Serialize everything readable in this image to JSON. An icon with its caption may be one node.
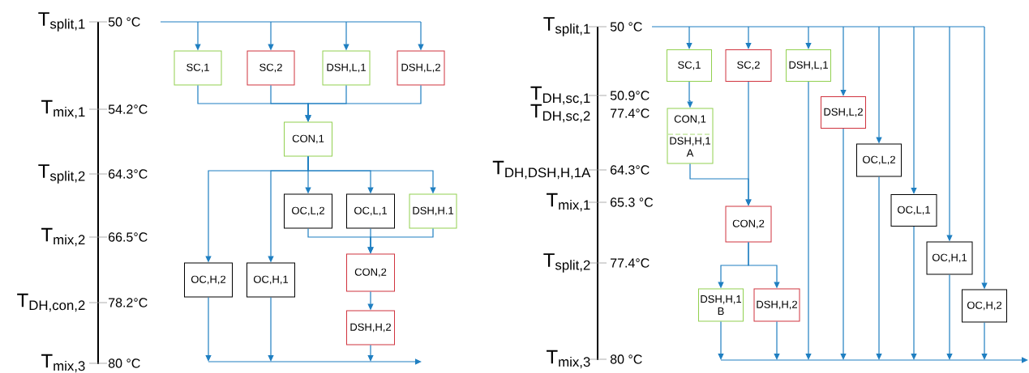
{
  "diagram": {
    "nodes": [
      {
        "text": [
          "SC,1"
        ]
      },
      {
        "text": [
          "SC,2"
        ]
      },
      {
        "text": [
          "DSH,L,1"
        ]
      },
      {
        "text": [
          "DSH,L,2"
        ]
      },
      {
        "text": [
          "CON,1"
        ]
      },
      {
        "text": [
          "OC,L,2"
        ]
      },
      {
        "text": [
          "OC,L,1"
        ]
      },
      {
        "text": [
          "DSH,H.1"
        ]
      },
      {
        "text": [
          "OC,H,2"
        ]
      },
      {
        "text": [
          "OC,H,1"
        ]
      },
      {
        "text": [
          "CON,2"
        ]
      },
      {
        "text": [
          "DSH,H,2"
        ]
      },
      {
        "text": [
          "SC,1"
        ]
      },
      {
        "text": [
          "SC,2"
        ]
      },
      {
        "text": [
          "DSH,L,1"
        ]
      },
      {
        "text": [
          "DSH,L,2"
        ]
      },
      {
        "text": [
          "CON,1",
          "DSH,H,1 A"
        ]
      },
      {
        "text": [
          "OC,L,2"
        ]
      },
      {
        "text": [
          "CON,2"
        ]
      },
      {
        "text": [
          "OC,L,1"
        ]
      },
      {
        "text": [
          "OC,H,1"
        ]
      },
      {
        "text": [
          "DSH,H,1 B"
        ]
      },
      {
        "text": [
          "DSH,H,2"
        ]
      },
      {
        "text": [
          "OC,H,2"
        ]
      }
    ],
    "edges": [
      {
        "from": null,
        "to": 0,
        "arrow": "to"
      },
      {
        "from": null,
        "to": 1,
        "arrow": "to"
      },
      {
        "from": null,
        "to": 2,
        "arrow": "to"
      },
      {
        "from": null,
        "to": 3,
        "arrow": "to"
      },
      {
        "from": 0,
        "to": 4,
        "arrow": "to"
      },
      {
        "from": 1,
        "to": 4,
        "arrow": "to"
      },
      {
        "from": 2,
        "to": 4,
        "arrow": "to"
      },
      {
        "from": 3,
        "to": 4,
        "arrow": "to"
      },
      {
        "from": 4,
        "to": 5,
        "arrow": "to"
      },
      {
        "from": 4,
        "to": 6,
        "arrow": "to"
      },
      {
        "from": 4,
        "to": 7,
        "arrow": "to"
      },
      {
        "from": 4,
        "to": 8,
        "arrow": "to"
      },
      {
        "from": 4,
        "to": 9,
        "arrow": "to"
      },
      {
        "from": 5,
        "to": 10,
        "arrow": "to"
      },
      {
        "from": 6,
        "to": 10,
        "arrow": "to"
      },
      {
        "from": 7,
        "to": 10,
        "arrow": "to"
      },
      {
        "from": 10,
        "to": 11,
        "arrow": "to"
      },
      {
        "from": 8,
        "to": null,
        "arrow": "to"
      },
      {
        "from": 9,
        "to": null,
        "arrow": "to"
      },
      {
        "from": 11,
        "to": null,
        "arrow": "to"
      },
      {
        "from": null,
        "to": 12,
        "arrow": "to"
      },
      {
        "from": null,
        "to": 13,
        "arrow": "to"
      },
      {
        "from": null,
        "to": 14,
        "arrow": "to"
      },
      {
        "from": null,
        "to": 15,
        "arrow": "to"
      },
      {
        "from": null,
        "to": 17,
        "arrow": "to"
      },
      {
        "from": null,
        "to": 19,
        "arrow": "to"
      },
      {
        "from": null,
        "to": 20,
        "arrow": "to"
      },
      {
        "from": null,
        "to": 23,
        "arrow": "to"
      },
      {
        "from": 12,
        "to": 16,
        "arrow": "to"
      },
      {
        "from": 16,
        "to": 18,
        "arrow": "to"
      },
      {
        "from": 13,
        "to": 18,
        "arrow": "to"
      },
      {
        "from": 18,
        "to": 21,
        "arrow": "to"
      },
      {
        "from": 18,
        "to": 22,
        "arrow": "to"
      },
      {
        "from": 21,
        "to": null,
        "arrow": "to"
      },
      {
        "from": 22,
        "to": null,
        "arrow": "to"
      },
      {
        "from": 14,
        "to": null,
        "arrow": "to"
      },
      {
        "from": 15,
        "to": null,
        "arrow": "to"
      },
      {
        "from": 17,
        "to": null,
        "arrow": "to"
      },
      {
        "from": 19,
        "to": null,
        "arrow": "to"
      },
      {
        "from": 20,
        "to": null,
        "arrow": "to"
      },
      {
        "from": 23,
        "to": null,
        "arrow": "to"
      }
    ],
    "labels": [
      "T$_{split,1}$",
      "50 °C",
      "T$_{mix,1}$",
      "54.2°C",
      "T$_{split,2}$",
      "64.3°C",
      "T$_{mix,2}$",
      "66.5°C",
      "T$_{DH,con,2}$",
      "78.2°C",
      "T$_{mix,3}$",
      "80 °C",
      "T$_{split,1}$",
      "50 °C",
      "T$_{DH,sc,1}$",
      "50.9°C",
      "T$_{DH,sc,2}$",
      "77.4°C",
      "T$_{DH,DSH,H,1A}$",
      "64.3°C",
      "T$_{mix,1}$",
      "65.3 °C",
      "T$_{split,2}$",
      "77.4°C",
      "T$_{mix,3}$",
      "80 °C"
    ]
  }
}
